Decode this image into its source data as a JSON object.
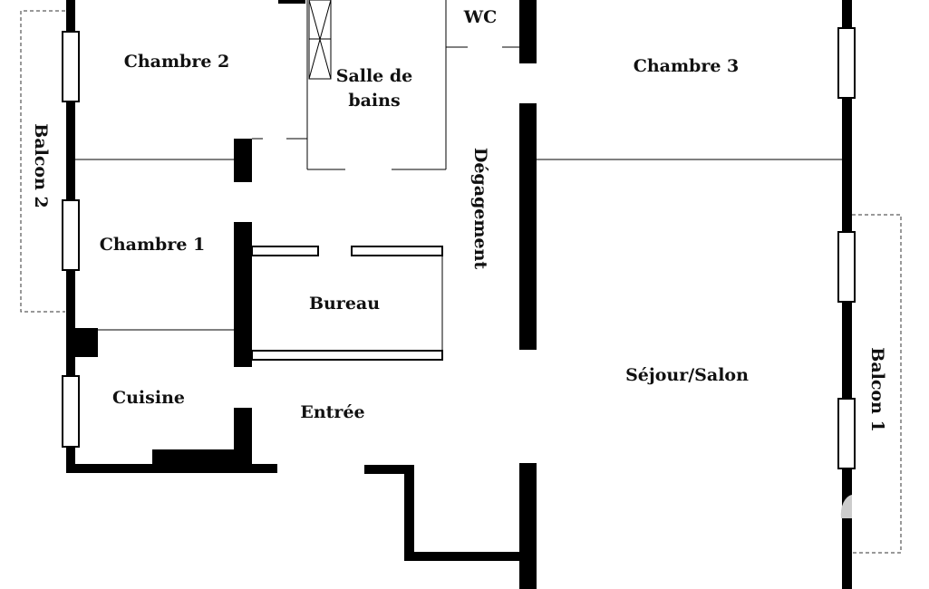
{
  "colors": {
    "wall": "#000000",
    "thin_line": "#000000",
    "background": "#ffffff",
    "balcony_outline": "#333333"
  },
  "rooms": {
    "chambre2": "Chambre 2",
    "salle_de_bains_line1": "Salle de",
    "salle_de_bains_line2": "bains",
    "wc": "WC",
    "chambre3": "Chambre 3",
    "chambre1": "Chambre 1",
    "bureau": "Bureau",
    "cuisine": "Cuisine",
    "entree": "Entrée",
    "sejour_salon": "Séjour/Salon",
    "degagement": "Dégagement",
    "balcon2": "Balcon 2",
    "balcon1": "Balcon 1"
  }
}
